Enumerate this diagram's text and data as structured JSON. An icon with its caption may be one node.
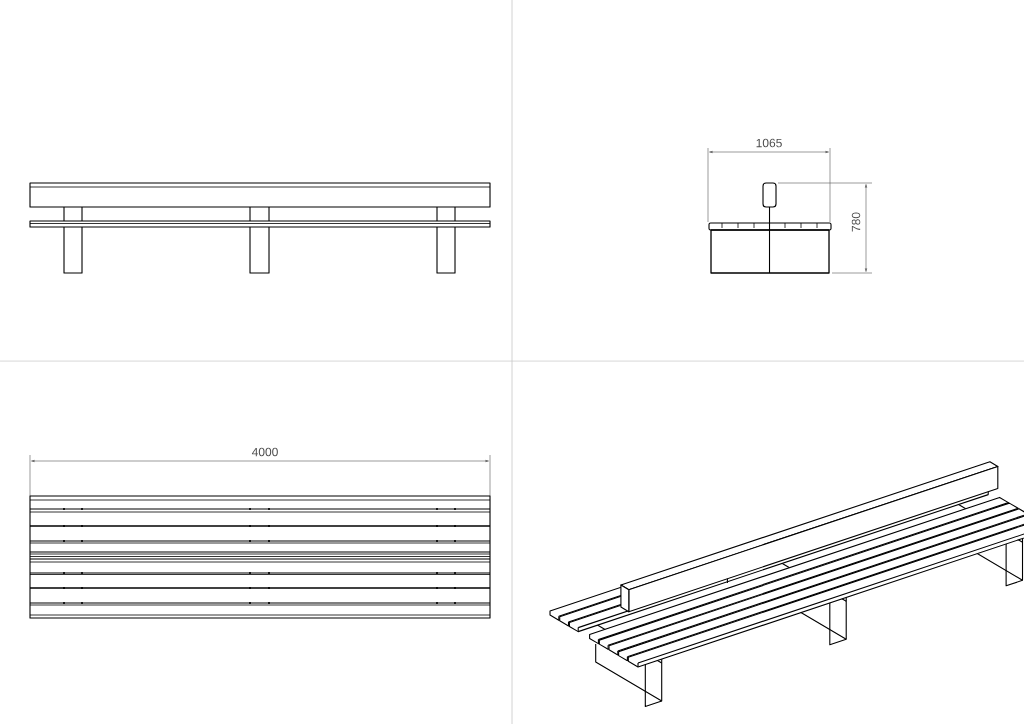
{
  "diagram": {
    "labels": [
      "1065",
      "780",
      "4000"
    ]
  }
}
